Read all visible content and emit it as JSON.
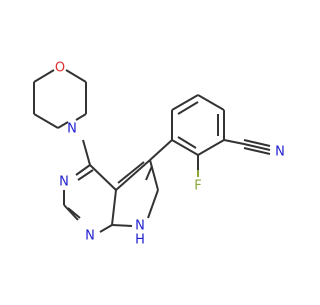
{
  "molecule": {
    "atoms": {
      "o_morpholine": "O",
      "n_morpholine": "N",
      "n_pyrimidine_top": "N",
      "n_pyrimidine_bottom": "N",
      "nh_pyrrole": "H",
      "n_pyrrole": "N",
      "fluorine": "F",
      "nitrile_n": "N"
    },
    "colors": {
      "bond": "#333333",
      "nitrogen": "#1f1fd0",
      "oxygen": "#e03030",
      "fluorine": "#8aa83a"
    }
  }
}
